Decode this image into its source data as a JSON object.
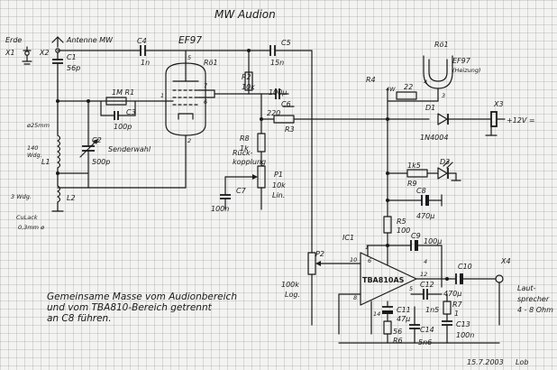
{
  "title": "MW Audion",
  "note": [
    "Gemeinsame Masse vom Audionbereich",
    "und vom TBA810-Bereich getrennt",
    "an C8 führen."
  ],
  "date": "15.7.2003",
  "signature": "Lob",
  "labels": {
    "erde": "Erde",
    "x1": "X1",
    "antenne": "Antenne MW",
    "x2": "X2",
    "c1": "C1",
    "c1v": "56p",
    "coil_d": "ø25mm",
    "coil_w": "140",
    "coil_wdg": "Wdg.",
    "l1": "L1",
    "l2_w": "3 Wdg.",
    "l2": "L2",
    "culack": "CuLack",
    "culack2": "0,3mm ø",
    "c2": "C2",
    "c2v": "500p",
    "senderwahl": "Senderwahl",
    "c4": "C4",
    "c4v": "1n",
    "ef97": "EF97",
    "ro1": "Rö1",
    "r1": "1M R1",
    "c3": "C3",
    "c3v": "100p",
    "pin5": "5",
    "pin1": "1",
    "pin6": "6",
    "pin7": "7",
    "pin2": "2",
    "c5": "C5",
    "c5v": "15n",
    "r2": "R2",
    "r2v": "10k",
    "c6v": "100µ",
    "c6": "C6",
    "r3v": "220",
    "r3": "R3",
    "r8": "R8",
    "r8v": "1k",
    "rueck": "Rück-",
    "kopplung": "kopplung",
    "p1": "P1",
    "p1v": "10k",
    "p1t": "Lin.",
    "c7": "C7",
    "c7v": "100n",
    "ro1b": "Rö1",
    "ef97b": "EF97",
    "heizung": "(Heizung)",
    "r4": "R4",
    "r4v": "4W",
    "r4n": "22",
    "hpin4": "4",
    "hpin3": "3",
    "d1": "D1",
    "d1v": "1N4004",
    "x3": "X3",
    "v12": "+12V =",
    "r9v": "1k5",
    "r9": "R9",
    "d3": "D3",
    "c8": "C8",
    "c8v": "470µ",
    "r5": "R5",
    "r5v": "100",
    "c9": "C9",
    "c9v": "100µ",
    "ic1": "IC1",
    "ic": "TBA810AS",
    "p2": "P2",
    "p2v": "100k",
    "p2t": "Log.",
    "ic10": "10",
    "ic1p": "1",
    "ic6": "6",
    "ic4": "4",
    "ic12": "12",
    "ic8": "8",
    "ic5": "5",
    "ic14": "14",
    "c10": "C10",
    "c10v": "470µ",
    "x4": "X4",
    "ls1": "Laut-",
    "ls2": "sprecher",
    "ls3": "4 - 8 Ohm",
    "c11": "C11",
    "c11v": "47µ",
    "r6v": "56",
    "r6": "R6",
    "c12": "C12",
    "c12v": "1n5",
    "r7": "R7",
    "r7v": "1",
    "c14": "C14",
    "c14v": "5n6",
    "c13": "C13",
    "c13v": "100n"
  }
}
